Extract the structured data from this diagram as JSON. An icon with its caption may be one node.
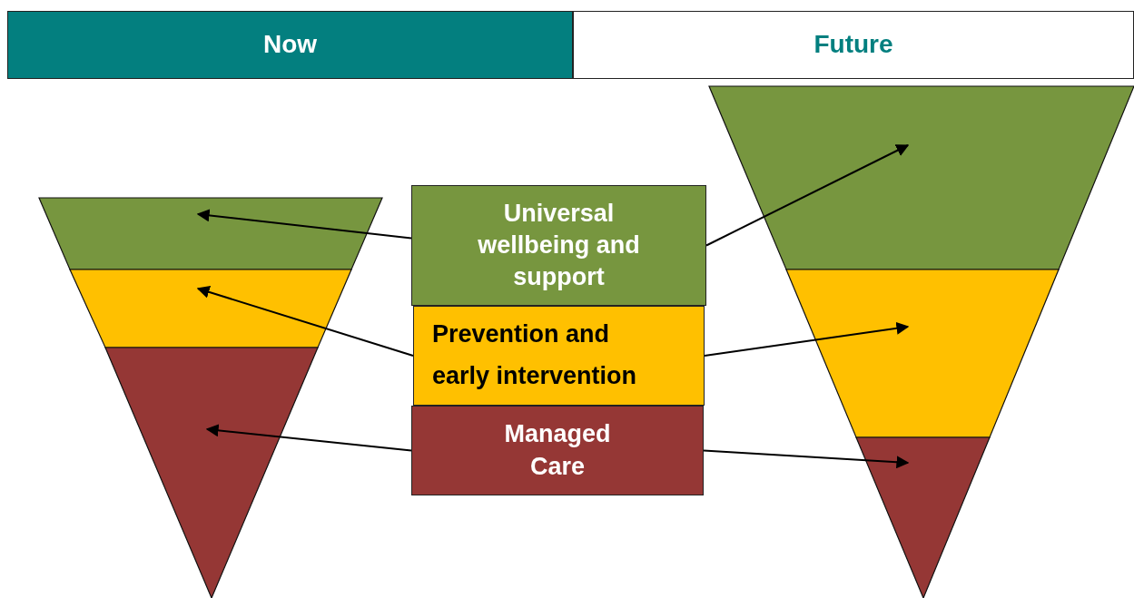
{
  "diagram": {
    "nodes": [
      {
        "text": [
          "Now"
        ]
      },
      {
        "text": [
          "Future"
        ]
      },
      {
        "text": [],
        "shape": "trapezoid"
      },
      {
        "text": [],
        "shape": "trapezoid"
      },
      {
        "text": [],
        "shape": "triangle"
      },
      {
        "text": [
          "Universal wellbeing and support"
        ]
      },
      {
        "text": [
          "Prevention and early intervention"
        ]
      },
      {
        "text": [
          "Managed Care"
        ]
      },
      {
        "text": [],
        "shape": "trapezoid"
      },
      {
        "text": [],
        "shape": "trapezoid"
      },
      {
        "text": [],
        "shape": "triangle"
      }
    ],
    "edges": [
      {
        "from": 5,
        "to": 2,
        "arrow": "to"
      },
      {
        "from": 6,
        "to": 3,
        "arrow": "to"
      },
      {
        "from": 7,
        "to": 4,
        "arrow": "to"
      },
      {
        "from": 5,
        "to": 8,
        "arrow": "to"
      },
      {
        "from": 6,
        "to": 9,
        "arrow": "to"
      },
      {
        "from": 7,
        "to": 10,
        "arrow": "to"
      }
    ]
  }
}
